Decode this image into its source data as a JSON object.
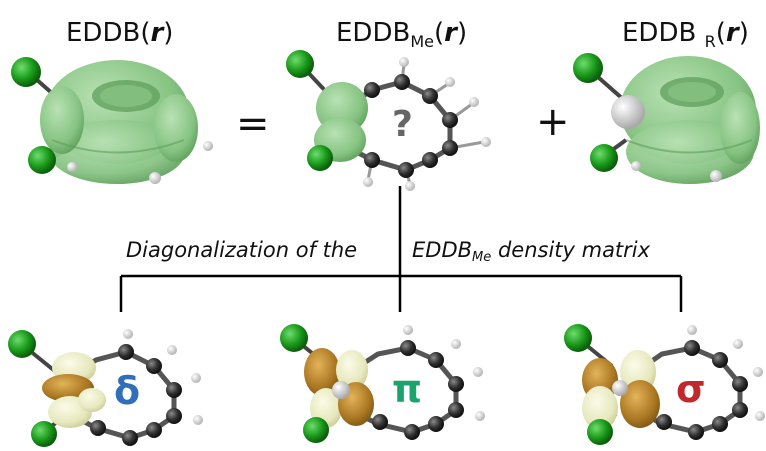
{
  "labels": {
    "total": {
      "base": "EDDB",
      "sub": "",
      "arg": "r"
    },
    "methyl": {
      "base": "EDDB",
      "sub": "Me",
      "arg": "r"
    },
    "remainder": {
      "base": "EDDB",
      "sub": "R",
      "arg": "r"
    }
  },
  "operators": {
    "equals": "=",
    "plus": "+"
  },
  "question_mark": "?",
  "caption": {
    "left": "Diagonalization of the",
    "right_base": "EDDB",
    "right_sub": "Me",
    "right_rest": "density matrix"
  },
  "orbitals": [
    {
      "symbol": "δ",
      "color": "#2f6eb8"
    },
    {
      "symbol": "π",
      "color": "#1aa36a"
    },
    {
      "symbol": "σ",
      "color": "#c0282d"
    }
  ],
  "colors": {
    "isosurface": "#8fcc8c",
    "chlorine": "#1a9a1a",
    "carbon": "#333333",
    "hydrogen": "#e8e8e8",
    "lobe_dark": "#b9862a",
    "lobe_light": "#eceec4",
    "lines": "#000000"
  }
}
